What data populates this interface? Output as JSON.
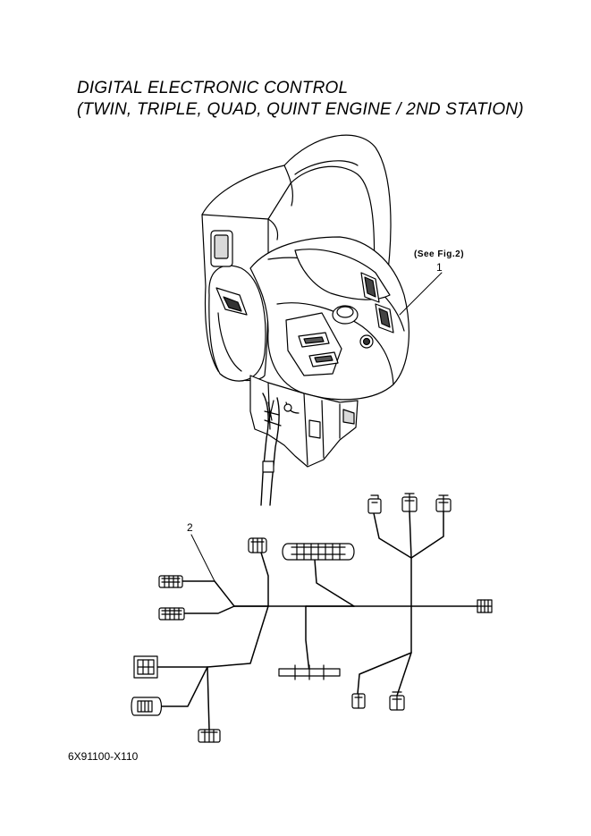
{
  "title": {
    "line1": "DIGITAL ELECTRONIC CONTROL",
    "line2": "(TWIN, TRIPLE, QUAD, QUINT ENGINE / 2ND STATION)"
  },
  "callouts": {
    "see_fig": "(See Fig.2)",
    "part1": "1",
    "part2": "2"
  },
  "part_code": "6X91100-X110",
  "colors": {
    "ink": "#000000",
    "paper": "#ffffff",
    "shade": "#d9d9d9"
  }
}
